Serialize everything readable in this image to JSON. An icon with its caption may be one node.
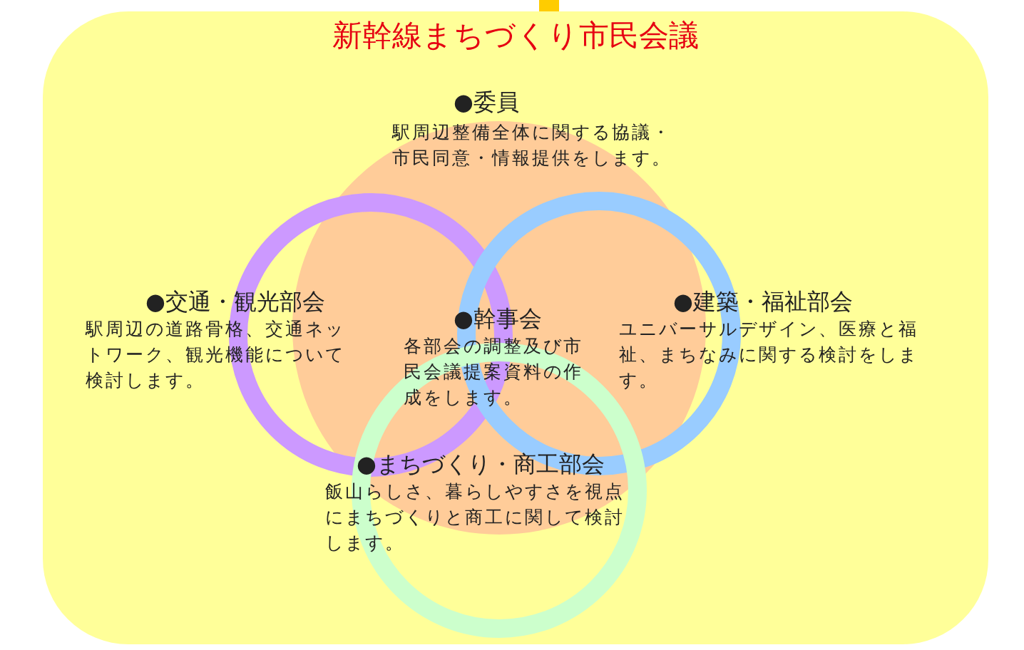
{
  "diagram": {
    "nodes": [
      {
        "text": [
          "新幹線まちづくり市民会議"
        ]
      },
      {
        "text": [
          "●委員",
          "駅周辺整備全体に関する協議・市民同意・情報提供をします。"
        ],
        "in": 0
      },
      {
        "text": [
          "●交通・観光部会",
          "駅周辺の道路骨格、交通ネットワーク、観光機能について検討します。"
        ],
        "in": 0
      },
      {
        "text": [
          "●建築・福祉部会",
          "ユニバーサルデザイン、医療と福祉、まちなみに関する検討をします。"
        ],
        "in": 0
      },
      {
        "text": [
          "●まちづくり・商工部会",
          "飯山らしさ、暮らしやすさを視点にまちづくりと商工に関して検討します。"
        ],
        "in": 0
      },
      {
        "text": [
          "●幹事会",
          "各部会の調整及び市民会議提案資料の作成をします。"
        ],
        "in": 1
      }
    ],
    "edges": []
  }
}
